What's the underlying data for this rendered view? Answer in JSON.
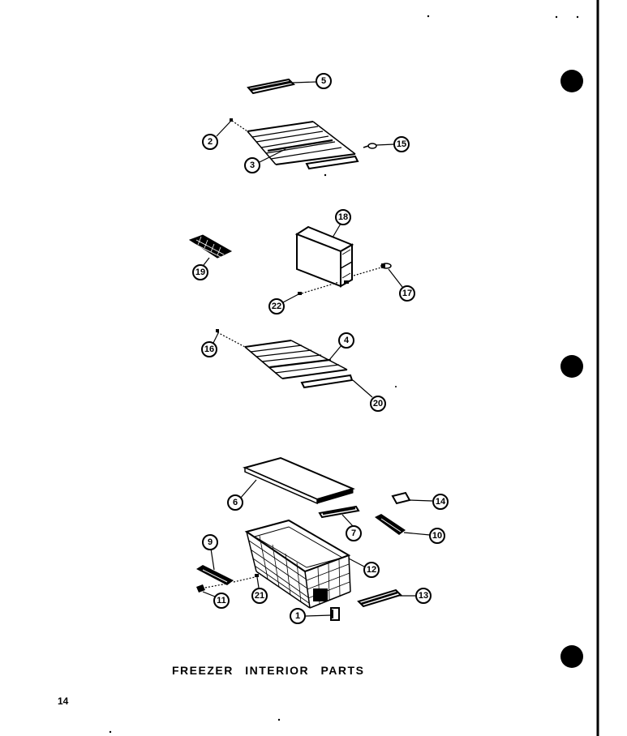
{
  "title": "FREEZER INTERIOR PARTS",
  "page_number": "14",
  "callouts": [
    {
      "label": "5"
    },
    {
      "label": "2"
    },
    {
      "label": "3"
    },
    {
      "label": "15"
    },
    {
      "label": "18"
    },
    {
      "label": "19"
    },
    {
      "label": "17"
    },
    {
      "label": "22"
    },
    {
      "label": "16"
    },
    {
      "label": "4"
    },
    {
      "label": "20"
    },
    {
      "label": "6"
    },
    {
      "label": "14"
    },
    {
      "label": "7"
    },
    {
      "label": "10"
    },
    {
      "label": "9"
    },
    {
      "label": "12"
    },
    {
      "label": "11"
    },
    {
      "label": "21"
    },
    {
      "label": "1"
    },
    {
      "label": "13"
    }
  ]
}
